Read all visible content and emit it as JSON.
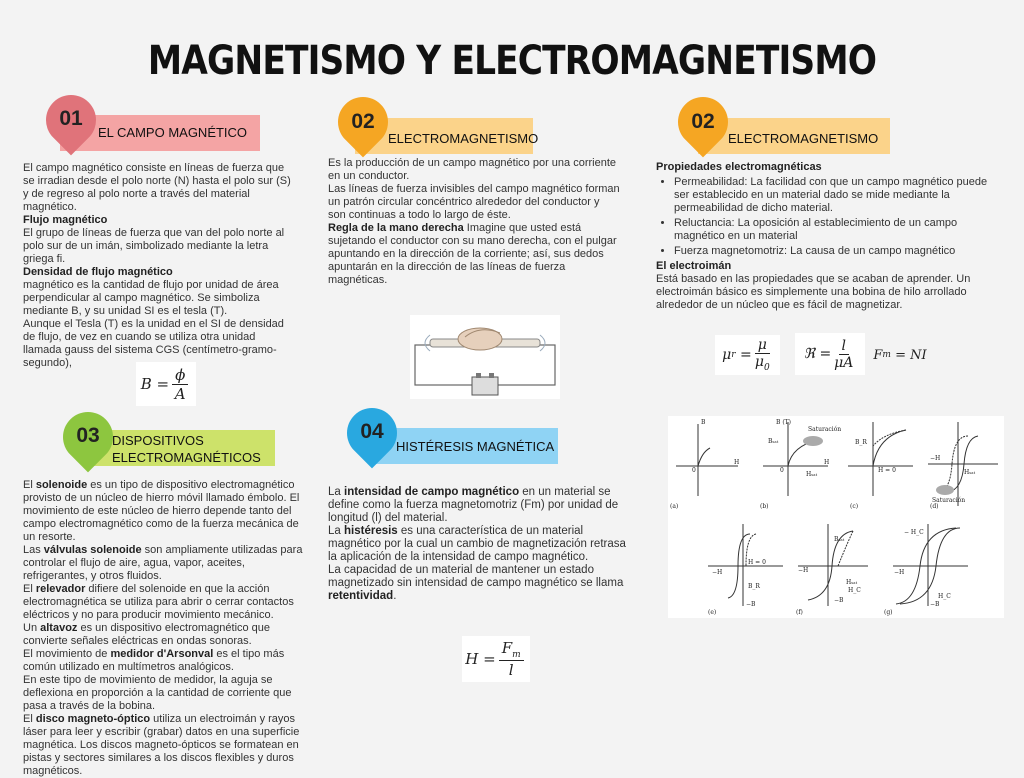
{
  "title": "MAGNETISMO Y ELECTROMAGNETISMO",
  "sections": {
    "s1": {
      "number": "01",
      "label": "EL CAMPO MAGNÉTICO",
      "pin_color": "#e0737a",
      "band_color": "#f4a4a4",
      "intro": "El campo magnético consiste en líneas de fuerza que se irradian desde el polo norte (N) hasta el polo sur (S) y de regreso al polo norte a través del material magnético.",
      "h1": "Flujo magnético",
      "p1": "El grupo de líneas de fuerza que van del polo norte al polo sur de un imán, simbolizado mediante la letra griega fi.",
      "h2": "Densidad de flujo magnético",
      "p2": "magnético es la cantidad de flujo por unidad de área perpendicular al campo magnético. Se simboliza mediante B, y su unidad SI es el tesla (T).",
      "p3": "Aunque el Tesla (T) es la unidad en el SI de densidad de flujo, de vez en cuando se utiliza otra unidad llamada gauss del sistema CGS (centímetro-gramo-segundo),",
      "formula_lhs": "B =",
      "formula_num": "ϕ",
      "formula_den": "A"
    },
    "s2": {
      "number": "02",
      "label": "ELECTROMAGNETISMO",
      "pin_color": "#f5a623",
      "band_color": "#fbd38a",
      "p1": "Es la producción de un campo magnético por una corriente en un conductor.",
      "p2": "Las líneas de fuerza invisibles del campo magnético forman un patrón circular concéntrico alrededor del conductor y son continuas a todo lo largo de éste.",
      "rule_title": "Regla de la mano derecha",
      "rule_text": " Imagine que usted está sujetando el conductor con su mano derecha, con el pulgar apuntando en la dirección de la corriente; así, sus dedos apuntarán en la dirección de las líneas de fuerza magnéticas."
    },
    "s2b": {
      "number": "02",
      "label": "ELECTROMAGNETISMO",
      "pin_color": "#f5a623",
      "band_color": "#fbd38a",
      "heading": "Propiedades electromagnéticas",
      "items": [
        "Permeabilidad: La facilidad con que un campo magnético puede ser establecido en un material dado se mide mediante la permeabilidad de dicho material.",
        "Reluctancia: La oposición al establecimiento de un campo magnético en un material",
        "Fuerza magnetomotriz: La causa de un campo magnético"
      ],
      "em_title": "El electroimán",
      "em_text": "Está basado en las propiedades que se acaban de aprender. Un electroimán básico es simplemente una bobina de hilo arrollado alrededor de un núcleo que es fácil de magnetizar.",
      "f1_lhs": "μ",
      "f1_sub": "r",
      "f1_num": "μ",
      "f1_den": "μ",
      "f1_den_sub": "0",
      "f2_lhs": "ℜ =",
      "f2_num": "l",
      "f2_den": "μA",
      "f3": "F",
      "f3_sub": "m",
      "f3_rhs": "= NI"
    },
    "s3": {
      "number": "03",
      "label_line1": "DISPOSITIVOS",
      "label_line2": "ELECTROMAGNÉTICOS",
      "pin_color": "#8dc63f",
      "band_color": "#cde26a",
      "paras": [
        [
          "El ",
          "solenoide",
          " es un tipo de dispositivo electromagnético provisto de un núcleo de hierro móvil llamado émbolo. El movimiento de este núcleo de hierro depende tanto del campo electromagnético como de la fuerza mecánica de un resorte."
        ],
        [
          "Las ",
          "válvulas solenoide",
          " son ampliamente utilizadas para controlar el flujo de aire, agua, vapor, aceites, refrigerantes, y otros fluidos."
        ],
        [
          "El ",
          "relevador",
          " difiere del solenoide en que la acción electromagnética se utiliza para abrir o cerrar contactos eléctricos y no para producir movimiento mecánico."
        ],
        [
          "Un ",
          "altavoz",
          " es un dispositivo electromagnético que convierte señales eléctricas en ondas sonoras."
        ],
        [
          "El movimiento de ",
          "medidor d'Arsonval",
          " es el tipo más común utilizado en multímetros analógicos."
        ],
        [
          "En este tipo de movimiento de medidor, la aguja se deflexiona en proporción a la cantidad de corriente que pasa a través de la bobina.",
          "",
          ""
        ],
        [
          "El ",
          "disco magneto-óptico",
          " utiliza un electroimán y rayos láser para leer y escribir (grabar) datos en una superficie magnética. Los discos magneto-ópticos se formatean en pistas y sectores similares a los discos flexibles y duros magnéticos."
        ]
      ]
    },
    "s4": {
      "number": "04",
      "label": "HISTÉRESIS MAGNÉTICA",
      "pin_color": "#29a8e0",
      "band_color": "#8fd3f4",
      "a1": "La ",
      "a1b": "intensidad de campo magnético",
      "a1c": " en un material se define como la fuerza magnetomotriz (Fm) por unidad de longitud (l) del material.",
      "a2": "La ",
      "a2b": "histéresis",
      "a2c": " es una característica de un material magnético por la cual un cambio de magnetización retrasa la aplicación de la intensidad de campo magnético.",
      "a3": "La capacidad de un material de mantener un estado magnetizado sin intensidad de campo magnético se llama ",
      "a3b": "retentividad",
      "a3c": ".",
      "f_lhs": "H =",
      "f_num": "F",
      "f_num_sub": "m",
      "f_den": "l"
    }
  },
  "hysteresis_labels": {
    "B": "B",
    "BT": "B (T)",
    "H": "H",
    "negH": "−H",
    "negB": "−B",
    "zero": "0",
    "Saturation": "Saturación",
    "Bsat": "Bₛₐₜ",
    "Hsat": "Hₛₐₜ",
    "H0": "H = 0",
    "BR": "B_R",
    "HC": "H_C",
    "negHC": "− H_C",
    "panels": [
      "(a)",
      "(b)",
      "(c)",
      "(d)",
      "(e)",
      "(f)",
      "(g)"
    ]
  }
}
